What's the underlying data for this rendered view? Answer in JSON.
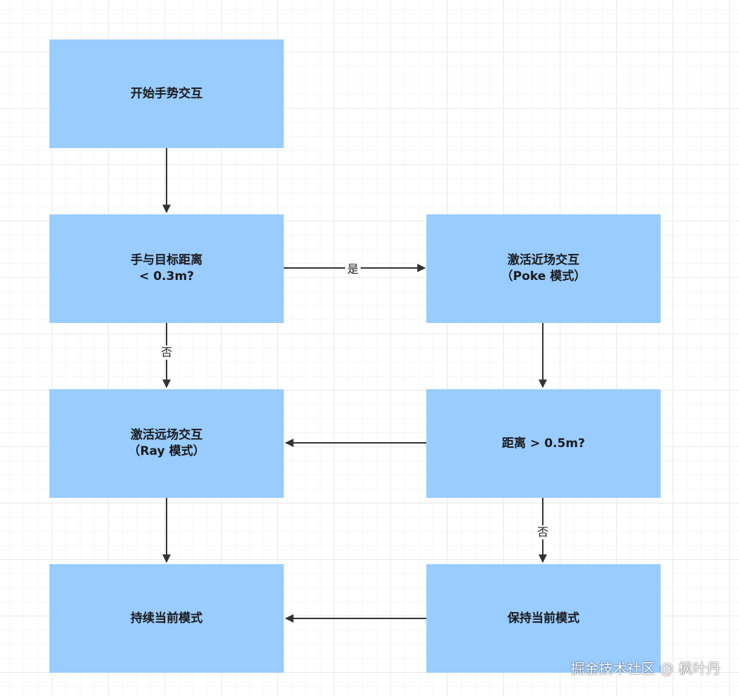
{
  "nodes": {
    "start": "开始手势交互",
    "check_near_line1": "手与目标距离",
    "check_near_line2": "< 0.3m?",
    "poke_line1": "激活近场交互",
    "poke_line2": "（Poke 模式）",
    "ray_line1": "激活远场交互",
    "ray_line2": "（Ray 模式）",
    "check_far": "距离 > 0.5m?",
    "continue_mode": "持续当前模式",
    "keep_mode": "保持当前模式"
  },
  "edges": {
    "yes_label": "是",
    "no_label_left": "否",
    "no_label_right": "否"
  },
  "watermark": "掘金技术社区 @ 枫叶丹",
  "colors": {
    "node_fill": "#99ccff",
    "edge": "#333333"
  }
}
